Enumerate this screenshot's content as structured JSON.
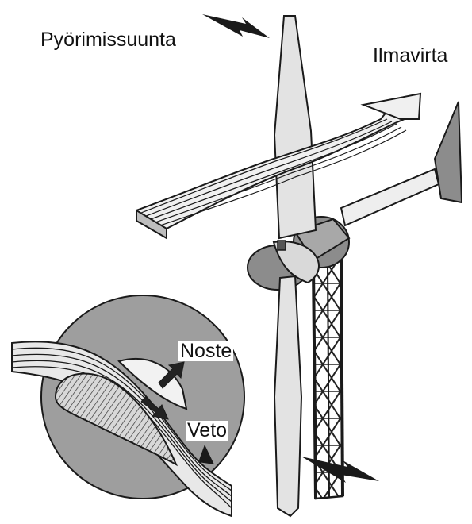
{
  "labels": {
    "rotation_direction": "Pyörimissuunta",
    "airflow": "Ilmavirta",
    "lift": "Noste",
    "drag": "Veto"
  },
  "colors": {
    "background": "#ffffff",
    "outline": "#1a1a1a",
    "light_gray": "#e6e6e6",
    "mid_gray": "#bdbdbd",
    "dark_gray": "#8c8c8c",
    "darker_gray": "#6e6e6e",
    "arrow": "#222222"
  },
  "icons": {
    "rotation_arrow": "lightning-arrow-icon",
    "lift_arrow": "arrow-up-right-icon",
    "drag_arrow": "arrow-down-right-icon"
  }
}
